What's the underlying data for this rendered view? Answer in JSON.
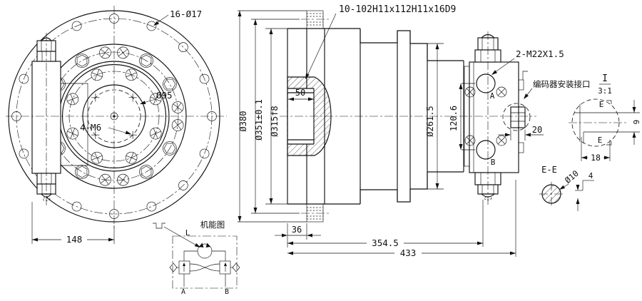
{
  "drawing": {
    "labels": {
      "bolt_pattern": "16-Ø17",
      "pilot_circle": "Ø95",
      "tapped_holes": "4-M6",
      "block_offset": "148",
      "spline_spec": "10-102H11x112H11x16D9",
      "spline_len": "50",
      "dia_flange": "Ø380",
      "dia_bolt_circle": "Ø351±0.1",
      "dia_spigot": "Ø315f8",
      "dia_housing": "Ø261.5",
      "port_spacing": "120.6",
      "flange_thk": "36",
      "len_ports": "354.5",
      "len_total": "433",
      "ports_thread": "2-M22X1.5",
      "port_a": "A",
      "port_b": "B",
      "encoder_note": "编码器安装接口",
      "detail_id": "I",
      "detail_scale": "3:1",
      "encoder_dim": "20",
      "det_e1": "E",
      "det_e2": "E",
      "det_h": "9",
      "det_w": "18",
      "ee_title": "E-E",
      "ee_dia": "Ø10",
      "ee_off": "4",
      "sch_title": "机能图",
      "sch_l": "L",
      "sch_a": "A",
      "sch_b": "B"
    }
  }
}
